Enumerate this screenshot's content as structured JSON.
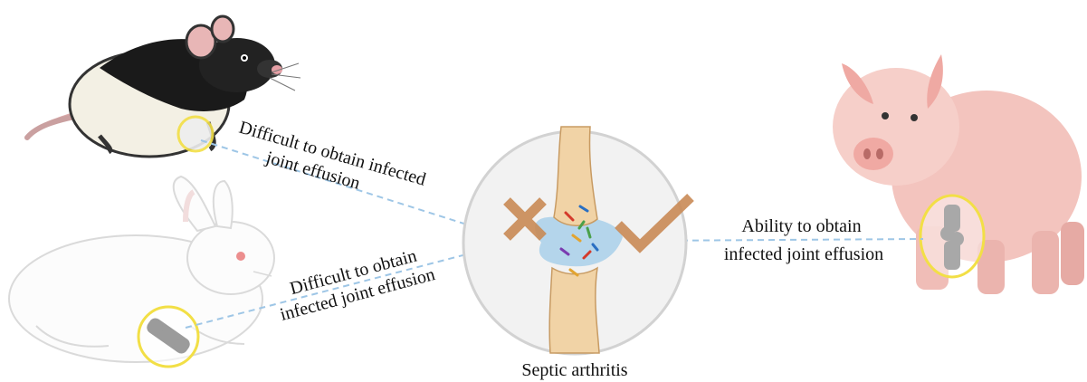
{
  "labels": {
    "rat": [
      "Difficult to obtain infected",
      "joint effusion"
    ],
    "rabbit": [
      "Difficult to obtain",
      "infected joint effusion"
    ],
    "pig": [
      "Ability to obtain",
      "infected joint effusion"
    ],
    "center": "Septic arthritis"
  },
  "colors": {
    "dashed_line": "#9ec6e6",
    "highlight_ring": "#f2df46",
    "cross_mark": "#c98a55",
    "check_mark": "#c98a55",
    "bone": "#f1d3a6"
  },
  "marks": {
    "rat_link": "cross",
    "rabbit_link": "cross",
    "pig_link": "check"
  },
  "animals": [
    "rat-icon",
    "rabbit-icon",
    "pig-icon"
  ]
}
